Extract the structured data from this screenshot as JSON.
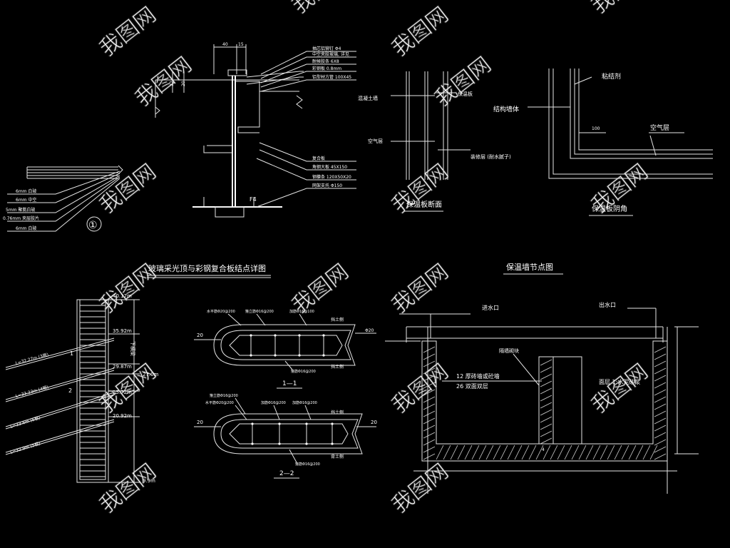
{
  "titles": {
    "skylight": "玻璃采光顶与彩钢复合板结点详图",
    "insul_section": "保温板断面",
    "insul_corner": "保温板阴角",
    "wall_node": "保温墙节点图",
    "section_1": "1—1",
    "section_2": "2—2"
  },
  "detail_marker": "①",
  "skylight_dims": {
    "d40": "40",
    "d15": "15",
    "h37": "37",
    "h20": "20",
    "f4": "F4"
  },
  "skylight_callouts": [
    "抽芯铝铆钉 Φ4",
    "中空夹胶玻璃, 详见",
    "耐候胶条 6X8",
    "彩钢板 0.8mm",
    "铝型材方管 100X45",
    "复合板",
    "角钢大板 45X150",
    "钢檩条 120X50X20",
    "网架支托 Φ150"
  ],
  "layer_labels": [
    "6mm 白玻",
    "6mm 中空",
    "5mm 聚氨白玻",
    "0.76mm 夹层胶片",
    "6mm 白玻"
  ],
  "insul_section": {
    "concrete": "混凝土墙",
    "board": "保温板",
    "air": "空气层",
    "finish": "装修层 (耐水腻子)"
  },
  "insul_corner": {
    "glue": "粘结剂",
    "wall": "结构墙体",
    "dim": "100",
    "air": "空气层"
  },
  "elevation": {
    "levels": [
      "40.17m",
      "35.92m",
      "29.87m",
      "27.0m",
      "25.72m",
      "20.92m",
      "9.9m"
    ],
    "anchors": [
      "L=32.27m (3根)",
      "L=33.23m (4根)",
      "L=33.6m (6根)",
      "L=32.9m (5根)"
    ],
    "markers": [
      "1",
      "2"
    ],
    "side_note": "下横梁"
  },
  "section1": {
    "labels": [
      "水平筋Φ20@200",
      "箍立筋Φ16@200",
      "加筋Φ16@100",
      "挡土侧",
      "挡土侧",
      "箍筋Φ16@200"
    ],
    "dim_left": "20",
    "dim_right": "Φ20"
  },
  "section2": {
    "labels": [
      "箍立筋Φ16@200",
      "水平筋Φ20@200",
      "加筋Φ16@200",
      "加筋Φ16@200",
      "挡土侧",
      "背土侧",
      "箍筋Φ16@200"
    ],
    "dim_left": "20",
    "dim_right": "20"
  },
  "wall_node": {
    "inlet": "进水口",
    "outlet": "出水口",
    "wall_text_1": "12 厚砖墙或砼墙",
    "wall_text_2": "26 双面双层",
    "brick": "隔墙砌块",
    "surface": "面层 1:水泥砂浆",
    "small_4": "4"
  },
  "watermark": "我图网"
}
